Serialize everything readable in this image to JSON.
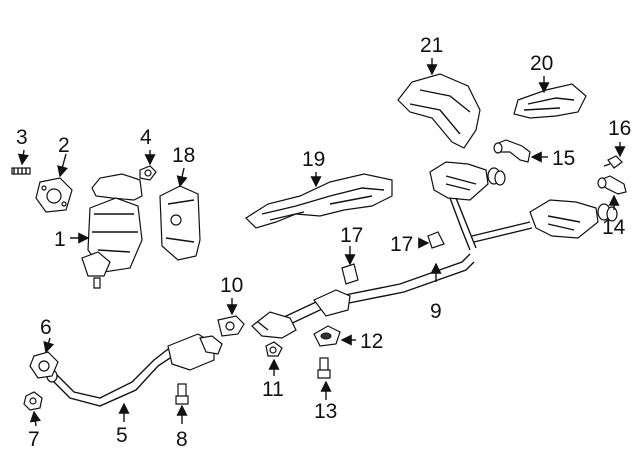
{
  "diagram": {
    "callouts": [
      {
        "id": "c1",
        "label": "1"
      },
      {
        "id": "c2",
        "label": "2"
      },
      {
        "id": "c3",
        "label": "3"
      },
      {
        "id": "c4",
        "label": "4"
      },
      {
        "id": "c5",
        "label": "5"
      },
      {
        "id": "c6",
        "label": "6"
      },
      {
        "id": "c7",
        "label": "7"
      },
      {
        "id": "c8",
        "label": "8"
      },
      {
        "id": "c9",
        "label": "9"
      },
      {
        "id": "c10",
        "label": "10"
      },
      {
        "id": "c11",
        "label": "11"
      },
      {
        "id": "c12",
        "label": "12"
      },
      {
        "id": "c13",
        "label": "13"
      },
      {
        "id": "c14",
        "label": "14"
      },
      {
        "id": "c15",
        "label": "15"
      },
      {
        "id": "c16",
        "label": "16"
      },
      {
        "id": "c17a",
        "label": "17"
      },
      {
        "id": "c17b",
        "label": "17"
      },
      {
        "id": "c18",
        "label": "18"
      },
      {
        "id": "c19",
        "label": "19"
      },
      {
        "id": "c20",
        "label": "20"
      },
      {
        "id": "c21",
        "label": "21"
      }
    ]
  }
}
